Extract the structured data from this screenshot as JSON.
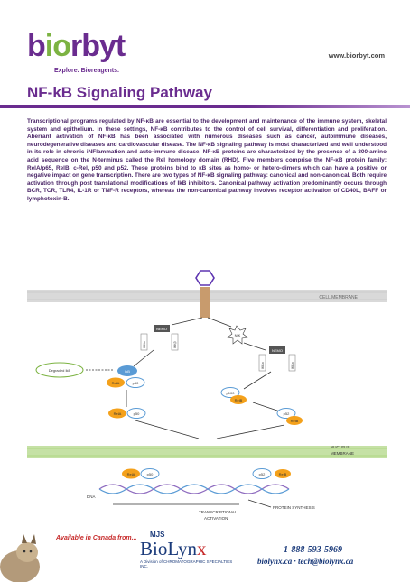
{
  "header": {
    "logo_b": "b",
    "logo_io": "io",
    "logo_rest": "rbyt",
    "tagline": "Explore. Bioreagents.",
    "website": "www.biorbyt.com"
  },
  "title": "NF-kB Signaling Pathway",
  "paragraph": "Transcriptional programs regulated by NF-κB are essential to the development and maintenance of the immune system, skeletal system and epithelium. In these settings, NF-κB contributes to the control of cell survival, differentiation and proliferation. Aberrant activation of NF-κB has been associated with numerous diseases such as cancer, autoimmune diseases, neurodegenerative diseases and cardiovascular disease. The NF-κB signaling pathway is most characterized and well understood in its role in chronic iNFlammation and auto-immune disease. NF-κB proteins are characterized by the presence of a 300-amino acid sequence on the N-terminus called the Rel homology domain (RHD). Five members comprise the NF-κB protein family: RelA/p65, RelB, c-Rel, p50 and p52. These proteins bind to κB sites as homo- or hetero-dimers which can have a positive or negative impact on gene transcription. There are two types of NF-κB signaling pathway: canonical and non-canonical. Both require activation through post translational modifications of IkB inhibitors. Canonical pathway activation predominantly occurs through BCR, TCR, TLR4, IL-1R or TNF-R receptors, whereas the non-canonical pathway involves receptor activation of CD40L, BAFF or lymphotoxin-B.",
  "diagram": {
    "cell_membrane": "CELL MEMBRANE",
    "nucleus_membrane_1": "NUCLEUS",
    "nucleus_membrane_2": "MEMBRANE",
    "nemo_left": "NEMO",
    "nemo_right": "NEMO",
    "ikk_a": "IKKα",
    "ikk_b": "IKKβ",
    "ikk_a2": "IKKα",
    "ikk_a3": "IKKα",
    "nik": "NIK",
    "degraded": "Degraded IkB",
    "ikb": "IkB",
    "rela": "RelA",
    "p50": "p50",
    "p100": "p100",
    "relb": "RelB",
    "p52": "p52",
    "dna": "DNA",
    "transcriptional_1": "TRANSCRIPTIONAL",
    "transcriptional_2": "ACTIVATION",
    "protein_synthesis": "PROTEIN SYNTHESIS"
  },
  "footer": {
    "available": "Available in Canada from...",
    "mjs": "MJS",
    "biolynx_a": "BioLyn",
    "biolynx_b": "x",
    "division": "A Division of CHROMATOGRAPHIC SPECIALTIES INC.",
    "phone": "1-888-593-5969",
    "emails": "biolynx.ca · tech@biolynx.ca"
  },
  "colors": {
    "brand_purple": "#6a2c8f",
    "brand_green": "#7cb342",
    "rela_orange": "#f4a11b",
    "p50_blue": "#5a9bd5",
    "footer_navy": "#1a3a7a"
  }
}
